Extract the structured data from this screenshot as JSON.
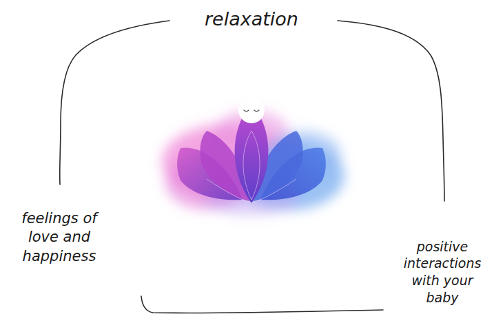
{
  "diagram": {
    "labels": [
      "relaxation",
      "feelings of love and happiness",
      "positive interactions with your baby"
    ]
  }
}
